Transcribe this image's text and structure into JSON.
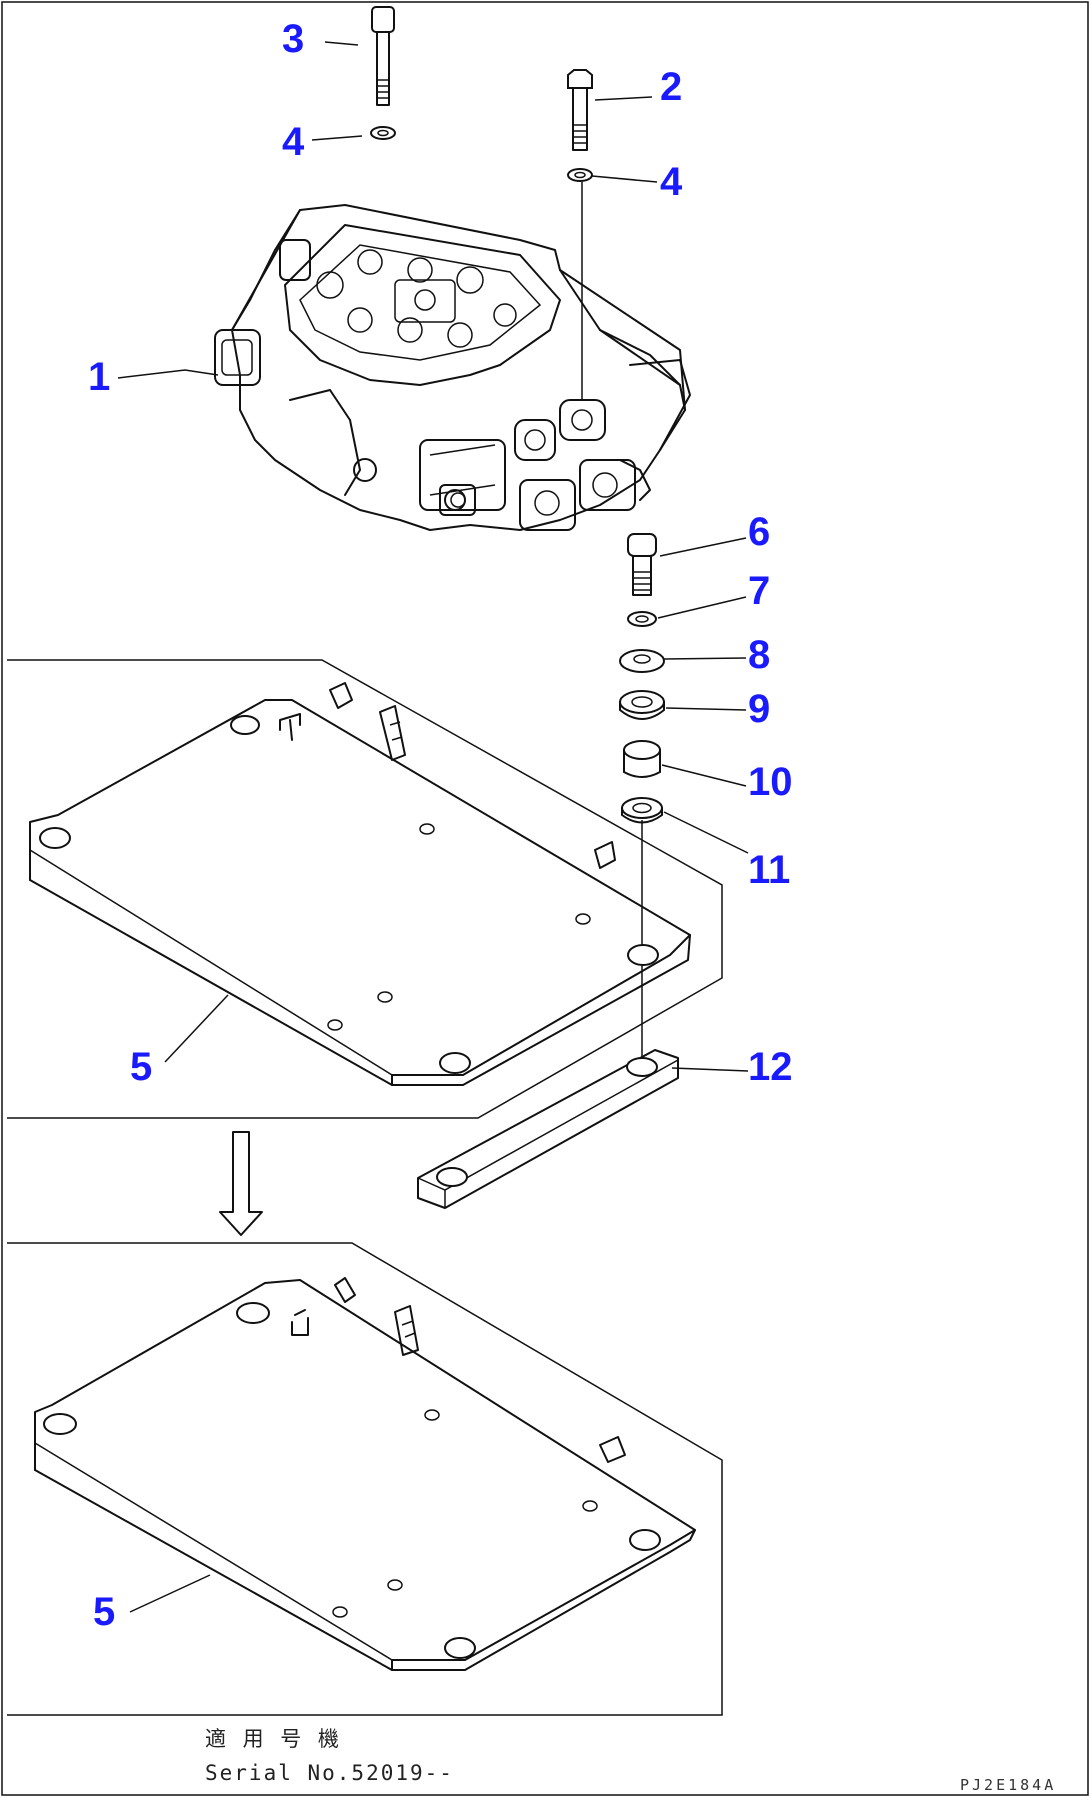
{
  "callouts": [
    "1",
    "2",
    "3",
    "4",
    "4",
    "5",
    "5",
    "6",
    "7",
    "8",
    "9",
    "10",
    "11",
    "12"
  ],
  "footer": {
    "applicable": "適 用 号 機",
    "serial": "Serial No.52019--"
  },
  "drawing_code": "PJ2E184A"
}
